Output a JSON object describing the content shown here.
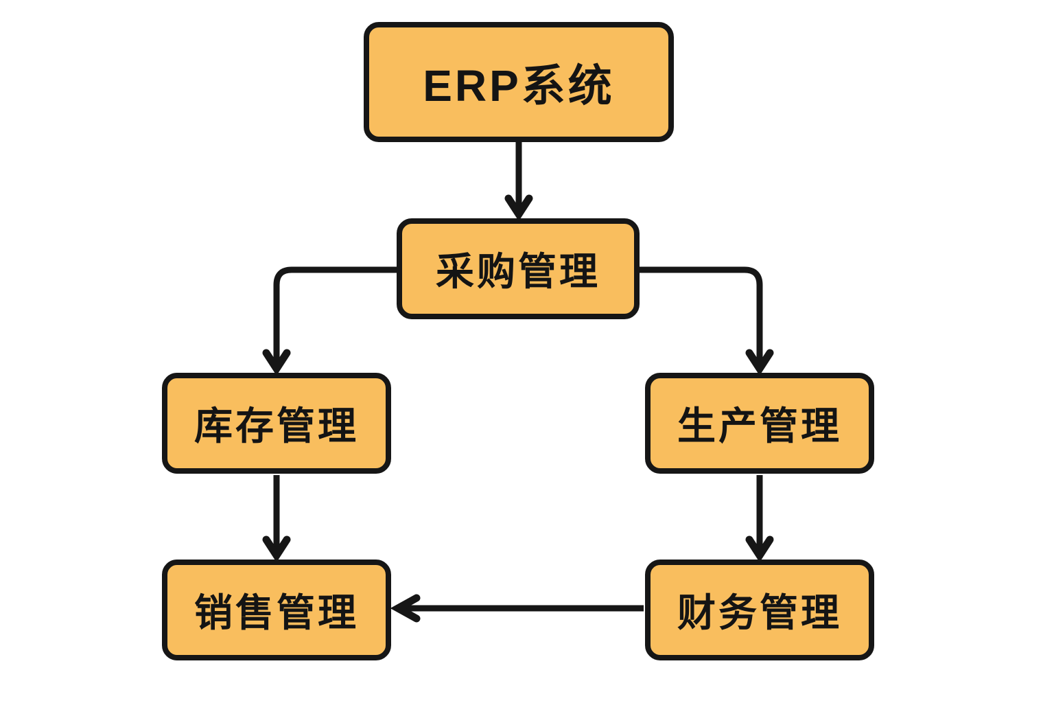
{
  "diagram": {
    "type": "flowchart",
    "colors": {
      "background": "#ffffff",
      "box_fill": "#F9BE5E",
      "box_border": "#161616",
      "arrow": "#161616",
      "text": "#141414"
    },
    "nodes": [
      {
        "id": "erp",
        "label": "ERP系统"
      },
      {
        "id": "purchase",
        "label": "采购管理"
      },
      {
        "id": "inventory",
        "label": "库存管理"
      },
      {
        "id": "production",
        "label": "生产管理"
      },
      {
        "id": "sales",
        "label": "销售管理"
      },
      {
        "id": "finance",
        "label": "财务管理"
      }
    ],
    "edges": [
      {
        "from": "erp",
        "to": "purchase",
        "direction": "down"
      },
      {
        "from": "purchase",
        "to": "inventory",
        "direction": "left-then-down"
      },
      {
        "from": "purchase",
        "to": "production",
        "direction": "right-then-down"
      },
      {
        "from": "inventory",
        "to": "sales",
        "direction": "down"
      },
      {
        "from": "production",
        "to": "finance",
        "direction": "down"
      },
      {
        "from": "finance",
        "to": "sales",
        "direction": "left"
      }
    ]
  }
}
